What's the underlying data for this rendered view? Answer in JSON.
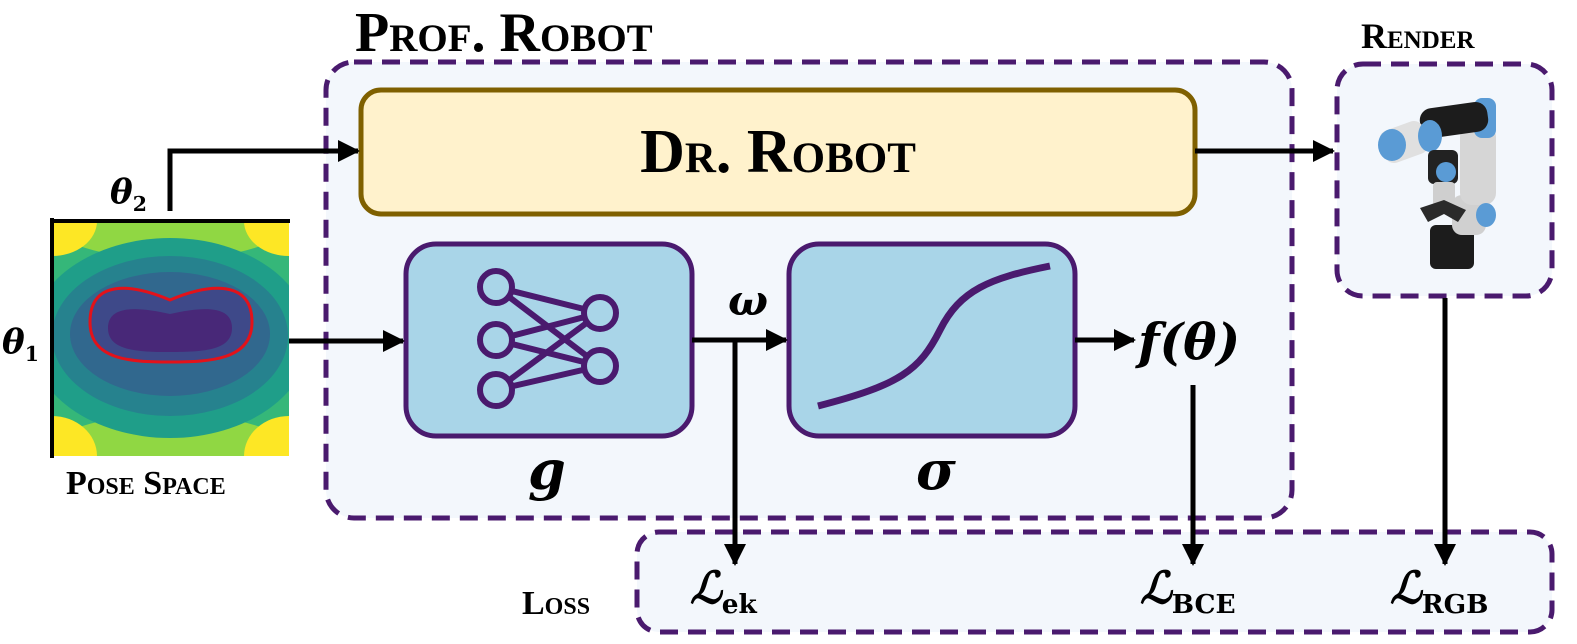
{
  "prof_robot": {
    "title": "Prof. Robot"
  },
  "dr_robot": {
    "label": "Dr. Robot"
  },
  "render": {
    "title": "Render"
  },
  "pose_space": {
    "title": "Pose Space",
    "theta1": "θ",
    "theta1_sub": "1",
    "theta2": "θ",
    "theta2_sub": "2"
  },
  "network": {
    "label": "g"
  },
  "sigmoid": {
    "label": "σ"
  },
  "omega": {
    "label": "ω"
  },
  "output": {
    "label": "f(θ)"
  },
  "loss": {
    "title": "Loss",
    "ek_symbol": "ℒ",
    "ek_sub": "ek",
    "bce_symbol": "ℒ",
    "bce_sub": "BCE",
    "rgb_symbol": "ℒ",
    "rgb_sub": "RGB"
  },
  "colors": {
    "purple": "#4a1a6e",
    "panel_bg": "#f3f7fc",
    "dr_fill": "#fff2cc",
    "dr_border": "#7f6000",
    "block_fill": "#a9d5e8"
  }
}
